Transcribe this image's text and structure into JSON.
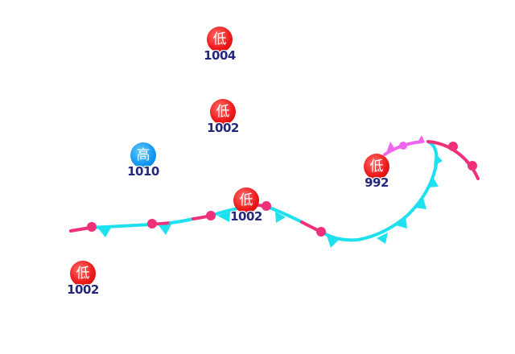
{
  "map": {
    "pressure_centers": [
      {
        "type": "low",
        "label": "低",
        "value": "1004"
      },
      {
        "type": "low",
        "label": "低",
        "value": "1002"
      },
      {
        "type": "high",
        "label": "高",
        "value": "1010"
      },
      {
        "type": "low",
        "label": "低",
        "value": "992"
      },
      {
        "type": "low",
        "label": "低",
        "value": "1002"
      },
      {
        "type": "low",
        "label": "低",
        "value": "1002"
      }
    ],
    "front_colors": {
      "cold": "#1ee0ee",
      "warm": "#f0307a",
      "occluded": "#ee66ee"
    }
  }
}
